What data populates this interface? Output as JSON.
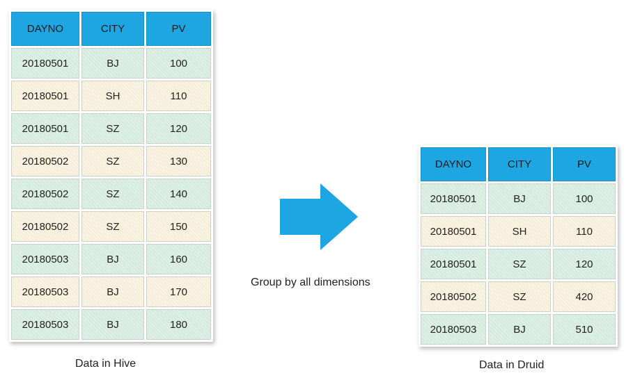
{
  "hive": {
    "headers": [
      "DAYNO",
      "CITY",
      "PV"
    ],
    "rows": [
      [
        "20180501",
        "BJ",
        "100"
      ],
      [
        "20180501",
        "SH",
        "110"
      ],
      [
        "20180501",
        "SZ",
        "120"
      ],
      [
        "20180502",
        "SZ",
        "130"
      ],
      [
        "20180502",
        "SZ",
        "140"
      ],
      [
        "20180502",
        "SZ",
        "150"
      ],
      [
        "20180503",
        "BJ",
        "160"
      ],
      [
        "20180503",
        "BJ",
        "170"
      ],
      [
        "20180503",
        "BJ",
        "180"
      ]
    ],
    "row_colors": [
      "green",
      "yellow",
      "green",
      "yellow",
      "green",
      "yellow",
      "green",
      "yellow",
      "green"
    ],
    "caption": "Data in Hive"
  },
  "druid": {
    "headers": [
      "DAYNO",
      "CITY",
      "PV"
    ],
    "rows": [
      [
        "20180501",
        "BJ",
        "100"
      ],
      [
        "20180501",
        "SH",
        "110"
      ],
      [
        "20180501",
        "SZ",
        "120"
      ],
      [
        "20180502",
        "SZ",
        "420"
      ],
      [
        "20180503",
        "BJ",
        "510"
      ]
    ],
    "row_colors": [
      "green",
      "yellow",
      "green",
      "yellow",
      "green"
    ],
    "caption": "Data in Druid"
  },
  "transform": {
    "label": "Group by all dimensions",
    "arrow_icon": "right-arrow-icon",
    "arrow_color": "#1ea6e2"
  },
  "colors": {
    "header": "#1ea6e2",
    "row_green": "#d5ebe0",
    "row_yellow": "#f7eed9"
  }
}
